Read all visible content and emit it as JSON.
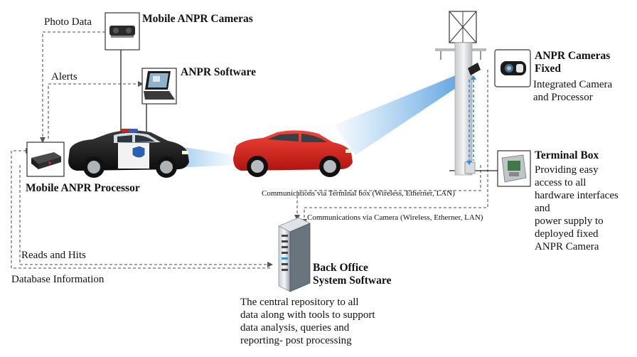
{
  "labels": {
    "photo_data": "Photo Data",
    "alerts": "Alerts",
    "mobile_cameras": "Mobile ANPR Cameras",
    "anpr_software": "ANPR Software",
    "mobile_processor": "Mobile ANPR Processor",
    "reads_hits": "Reads and Hits",
    "database_info": "Database Information",
    "fixed_title": [
      "ANPR Cameras",
      "Fixed"
    ],
    "fixed_desc": [
      "Integrated Camera",
      "and Processor"
    ],
    "terminal_title": "Terminal Box",
    "terminal_desc": [
      "Providing easy",
      "access to all",
      "hardware interfaces",
      "and",
      "power supply to",
      "deployed fixed",
      "ANPR Camera"
    ],
    "comm_terminal": "Communications via Terminal box (Wireless, Etherner, LAN)",
    "comm_camera": "Communications via Camera (Wireless, Etherner, LAN)",
    "back_office_title": [
      "Back Office",
      "System Software"
    ],
    "back_office_desc": [
      "The central repository to all",
      "data along with tools to support",
      "data analysis, queries and",
      "reporting- post processing"
    ]
  },
  "colors": {
    "police_car": "#1a1a1a",
    "red_car": "#e0261f",
    "beam": "#5aa9e6",
    "server": "#5a6570",
    "dashed_line": "#6e6e6e",
    "blue_dashed": "#3a8fd8"
  }
}
